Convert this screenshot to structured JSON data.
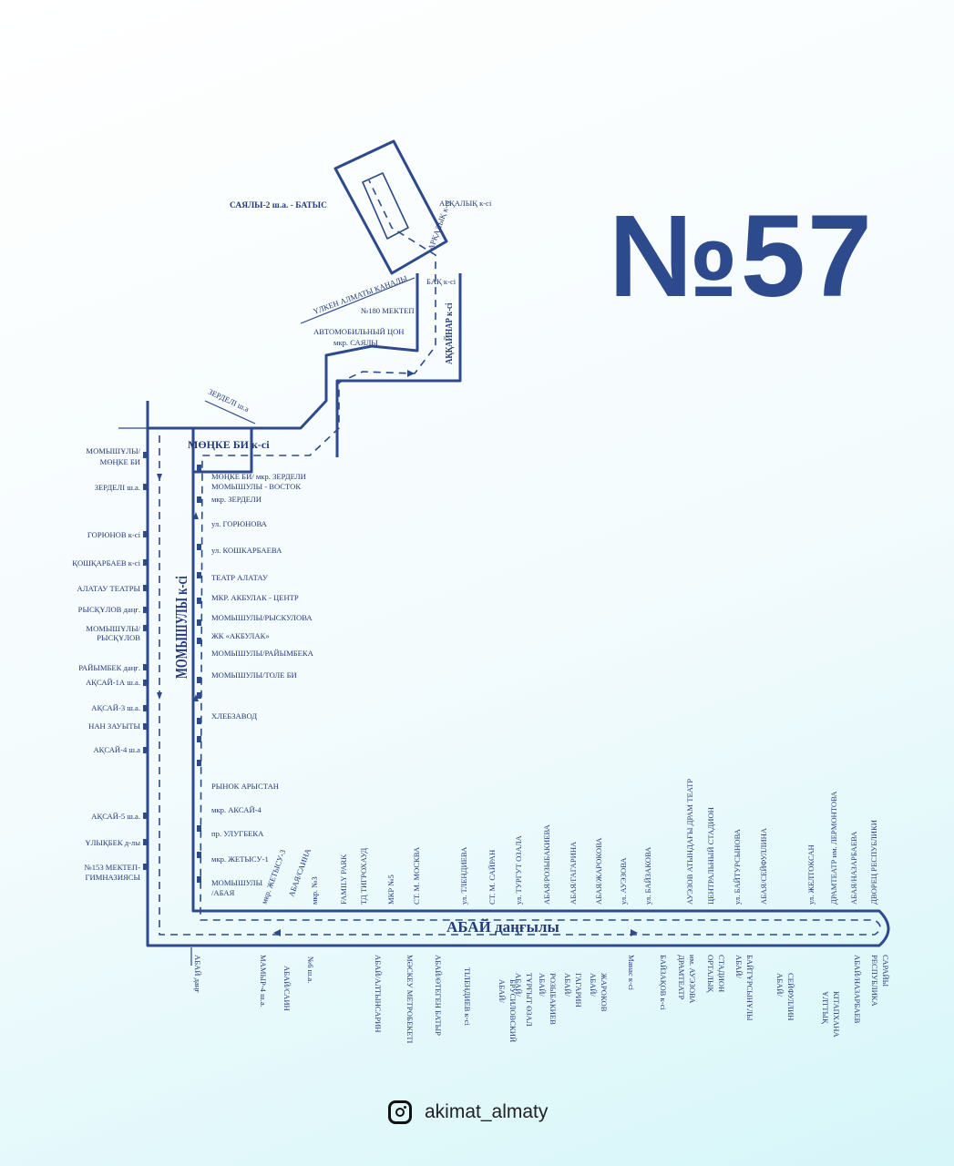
{
  "route_title": "№57",
  "footer": {
    "handle": "akimat_almaty",
    "icon": "instagram-icon"
  },
  "colors": {
    "route": "#2d4a8c",
    "text": "#243a7a",
    "accent_bg": "#d6f6f9"
  },
  "streets": {
    "monke_bi": "МӨҢКЕ БИ к-сі",
    "momyshuly": "МОМЫШУЛЫ к-сі",
    "abai": "АБАЙ даңғылы",
    "akkainar": "АҚҚАЙНАР к-сі",
    "arkalyk_label": "АРҚАЛЫҚ к-сі",
    "canal": "ҮЛКЕН АЛМАТЫ КАНАЛЫ",
    "zerdeli": "ЗЕРДЕЛІ ш.а"
  },
  "north_stops": [
    {
      "label": "САЯЛЫ-2 ш.а. - БАТЫС"
    },
    {
      "label": "АРҚАЛЫҚ к-сі"
    },
    {
      "label": "БАҚ к-сі"
    },
    {
      "label": "№180 МЕКТЕП"
    },
    {
      "label": "АВТОМОБИЛЬНЫЙ ЦОН"
    },
    {
      "label": "мкр. САЯЛЫ"
    }
  ],
  "left_stops": [
    {
      "label": "МОМЫШҰЛЫ/"
    },
    {
      "label": "МӨҢКЕ БИ"
    },
    {
      "label": "ЗЕРДЕЛІ ш.а."
    },
    {
      "label": "ГОРЮНОВ к-сі"
    },
    {
      "label": "ҚОШҚАРБАЕВ к-сі"
    },
    {
      "label": "АЛАТАУ ТЕАТРЫ"
    },
    {
      "label": "РЫСҚҰЛОВ даңғ."
    },
    {
      "label": "МОМЫШҰЛЫ/"
    },
    {
      "label": "РЫСҚҰЛОВ"
    },
    {
      "label": "РАЙЫМБЕК даңғ."
    },
    {
      "label": "АҚСАЙ-1А ш.а."
    },
    {
      "label": "АҚСАЙ-3 ш.а."
    },
    {
      "label": "НАН ЗАУЫТЫ"
    },
    {
      "label": "АҚСАЙ-4 ш.а"
    },
    {
      "label": "АҚСАЙ-5 ш.а."
    },
    {
      "label": "ҰЛЫҚБЕК д-лы"
    },
    {
      "label": "№153 МЕКТЕП-"
    },
    {
      "label": "ГИМНАЗИЯСЫ"
    }
  ],
  "right_stops": [
    {
      "label": "МӨҢКЕ БИ/  мкр. ЗЕРДЕЛИ"
    },
    {
      "label": "МОМЫШУЛЫ    - ВОСТОК"
    },
    {
      "label": "мкр. ЗЕРДЕЛИ"
    },
    {
      "label": "ул. ГОРЮНОВА"
    },
    {
      "label": "ул. КОШКАРБАЕВА"
    },
    {
      "label": "ТЕАТР АЛАТАУ"
    },
    {
      "label": "МКР. АКБУЛАК - ЦЕНТР"
    },
    {
      "label": "МОМЫШУЛЫ/РЫСКУЛОВА"
    },
    {
      "label": "ЖК «АКБУЛАК»"
    },
    {
      "label": "МОМЫШУЛЫ/РАЙЫМБЕКА"
    },
    {
      "label": "МОМЫШУЛЫ/ТОЛЕ БИ"
    },
    {
      "label": "ХЛЕБЗАВОД"
    },
    {
      "label": "РЫНОК АРЫСТАН"
    },
    {
      "label": "мкр. АКСАЙ-4"
    },
    {
      "label": "пр. УЛУГБЕКА"
    },
    {
      "label": "мкр. ЖЕТЫСУ-1"
    },
    {
      "label": "МОМЫШУЛЫ"
    },
    {
      "label": "/АБАЯ"
    }
  ],
  "abai_top_stops": [
    {
      "label": "мкр. ЖЕТЫСУ-3"
    },
    {
      "label": "АБАЯ/САИНА"
    },
    {
      "label": "мкр. №3"
    },
    {
      "label": "FAMILY PARK"
    },
    {
      "label": "ТД ТИГРОХАУД"
    },
    {
      "label": "МКР №5"
    },
    {
      "label": "СТ. М. МОСКВА"
    },
    {
      "label": "ул. ТЛЕНДИЕВА"
    },
    {
      "label": "СТ. М. САЙРАН"
    },
    {
      "label": "ул. ТУРГУТ ОЗАЛА"
    },
    {
      "label": "АБАЯ/РОЗЫБАКИЕВА"
    },
    {
      "label": "АБАЯ/ГАГАРИНА"
    },
    {
      "label": "АБАЯ/ЖАРОКОВА"
    },
    {
      "label": "ул. АУЭЗОВА"
    },
    {
      "label": "ул. БАЙЗАКОВА"
    },
    {
      "label": "АУЭЗОВ АТЫНДАҒЫ ДРАМ ТЕАТР"
    },
    {
      "label": "ЦЕНТРАЛЬНЫЙ СТАДИОН"
    },
    {
      "label": "ул. БАЙТУРСЫНОВА"
    },
    {
      "label": "АБАЯ/СЕЙФУЛЛИНА"
    },
    {
      "label": "ул. ЖЕЛТОКСАН"
    },
    {
      "label": "ДРАМТЕАТР им. ЛЕРМОНТОВА"
    },
    {
      "label": "АБАЯ/НАЗАРБАЕВА"
    },
    {
      "label": "ДВОРЕЦ РЕСПУБЛИКИ"
    }
  ],
  "abai_bottom_stops": [
    {
      "label": "АБАЙ даңғ"
    },
    {
      "label": "МАМЫР-4 ш.а."
    },
    {
      "label": "АБАЙ/САИН"
    },
    {
      "label": "№6 ш.а."
    },
    {
      "label": "АБАЙ/АЛТЫНСАРИН"
    },
    {
      "label": "МӘСКЕУ МЕТРОБЕКЕТІ"
    },
    {
      "label": "АБАЙ/ӨТЕГЕН БАТЫР"
    },
    {
      "label": "ТІЛЕНДИЕВ к-сі"
    },
    {
      "label": "АБАЙ/"
    },
    {
      "label": "БРУСИЛОВСКИЙ"
    },
    {
      "label": "АБАЙ/"
    },
    {
      "label": "ТҰРҒЫТ ӨЗАЛ"
    },
    {
      "label": "АБАЙ/"
    },
    {
      "label": "РОЗЫБАКИЕВ"
    },
    {
      "label": "АБАЙ/"
    },
    {
      "label": "ГАГАРИН"
    },
    {
      "label": "АБАЙ/"
    },
    {
      "label": "ЖАРОКОВ"
    },
    {
      "label": "Манас к-сі"
    },
    {
      "label": "БАЙЗАҚОВ к-сі"
    },
    {
      "label": "ДРАМТЕАТР"
    },
    {
      "label": "им. АУЭЗОВА"
    },
    {
      "label": "ОРТАЛЫҚ"
    },
    {
      "label": "СТАДИОН"
    },
    {
      "label": "АБАЙ/"
    },
    {
      "label": "БАЙТҰРСЫНҰЛЫ"
    },
    {
      "label": "АБАЙ/"
    },
    {
      "label": "СЕЙФУЛЛИН"
    },
    {
      "label": "ҰЛТТЫҚ"
    },
    {
      "label": "КІТАПХАНА"
    },
    {
      "label": "АБАЙ/НАЗАРБАЕВ"
    },
    {
      "label": "РЕСПУБЛИКА"
    },
    {
      "label": "САРАЙЫ"
    }
  ]
}
